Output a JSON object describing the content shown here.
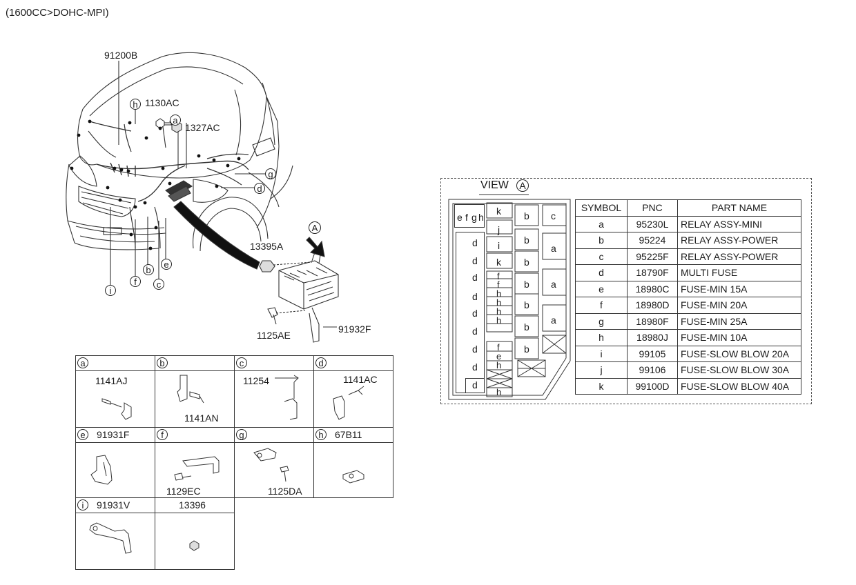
{
  "header": {
    "engine": "(1600CC>DOHC-MPI)"
  },
  "main_view": {
    "part_labels": {
      "wiring": "91200B",
      "bolt_a": "1130AC",
      "nut": "1327AC",
      "nut_box": "13395A",
      "bolt_box": "1125AE",
      "bracket_box": "91932F"
    },
    "view_marker": "A",
    "callouts": [
      "h",
      "a",
      "g",
      "d",
      "b",
      "e",
      "f",
      "c",
      "i"
    ]
  },
  "view_panel": {
    "title": "VIEW",
    "title_circle": "A",
    "fuse_box": {
      "top_small": [
        "e",
        "f",
        "g",
        "h"
      ],
      "left_column": [
        "d",
        "d",
        "d",
        "d",
        "d",
        "d",
        "d",
        "d"
      ],
      "middle_column": [
        "k",
        "j",
        "i",
        "k",
        "f",
        "f",
        "h",
        "h",
        "h",
        "h",
        "f",
        "e",
        "h",
        "h"
      ],
      "b_column": [
        "b",
        "b",
        "b",
        "b",
        "b",
        "b",
        "b"
      ],
      "right_column": [
        "c",
        "a",
        "a",
        "a"
      ]
    },
    "table": {
      "headers": [
        "SYMBOL",
        "PNC",
        "PART NAME"
      ],
      "rows": [
        [
          "a",
          "95230L",
          "RELAY ASSY-MINI"
        ],
        [
          "b",
          "95224",
          "RELAY ASSY-POWER"
        ],
        [
          "c",
          "95225F",
          "RELAY ASSY-POWER"
        ],
        [
          "d",
          "18790F",
          "MULTI FUSE"
        ],
        [
          "e",
          "18980C",
          "FUSE-MIN 15A"
        ],
        [
          "f",
          "18980D",
          "FUSE-MIN 20A"
        ],
        [
          "g",
          "18980F",
          "FUSE-MIN 25A"
        ],
        [
          "h",
          "18980J",
          "FUSE-MIN 10A"
        ],
        [
          "i",
          "99105",
          "FUSE-SLOW BLOW 20A"
        ],
        [
          "j",
          "99106",
          "FUSE-SLOW BLOW 30A"
        ],
        [
          "k",
          "99100D",
          "FUSE-SLOW BLOW 40A"
        ]
      ]
    }
  },
  "detail_grid": {
    "a": {
      "symbol": "a",
      "header": "",
      "parts": [
        "1141AJ"
      ]
    },
    "b": {
      "symbol": "b",
      "header": "",
      "parts": [
        "1141AN"
      ]
    },
    "c": {
      "symbol": "c",
      "header": "",
      "parts": [
        "11254"
      ]
    },
    "d": {
      "symbol": "d",
      "header": "",
      "parts": [
        "1141AC"
      ]
    },
    "e": {
      "symbol": "e",
      "header": "91931F",
      "parts": []
    },
    "f": {
      "symbol": "f",
      "header": "",
      "parts": [
        "1129EC"
      ]
    },
    "g": {
      "symbol": "g",
      "header": "",
      "parts": [
        "1125DA"
      ]
    },
    "h": {
      "symbol": "h",
      "header": "67B11",
      "parts": []
    },
    "i": {
      "symbol": "i",
      "header": "91931V",
      "parts": []
    },
    "nut": {
      "symbol": "",
      "header": "13396",
      "parts": []
    }
  }
}
